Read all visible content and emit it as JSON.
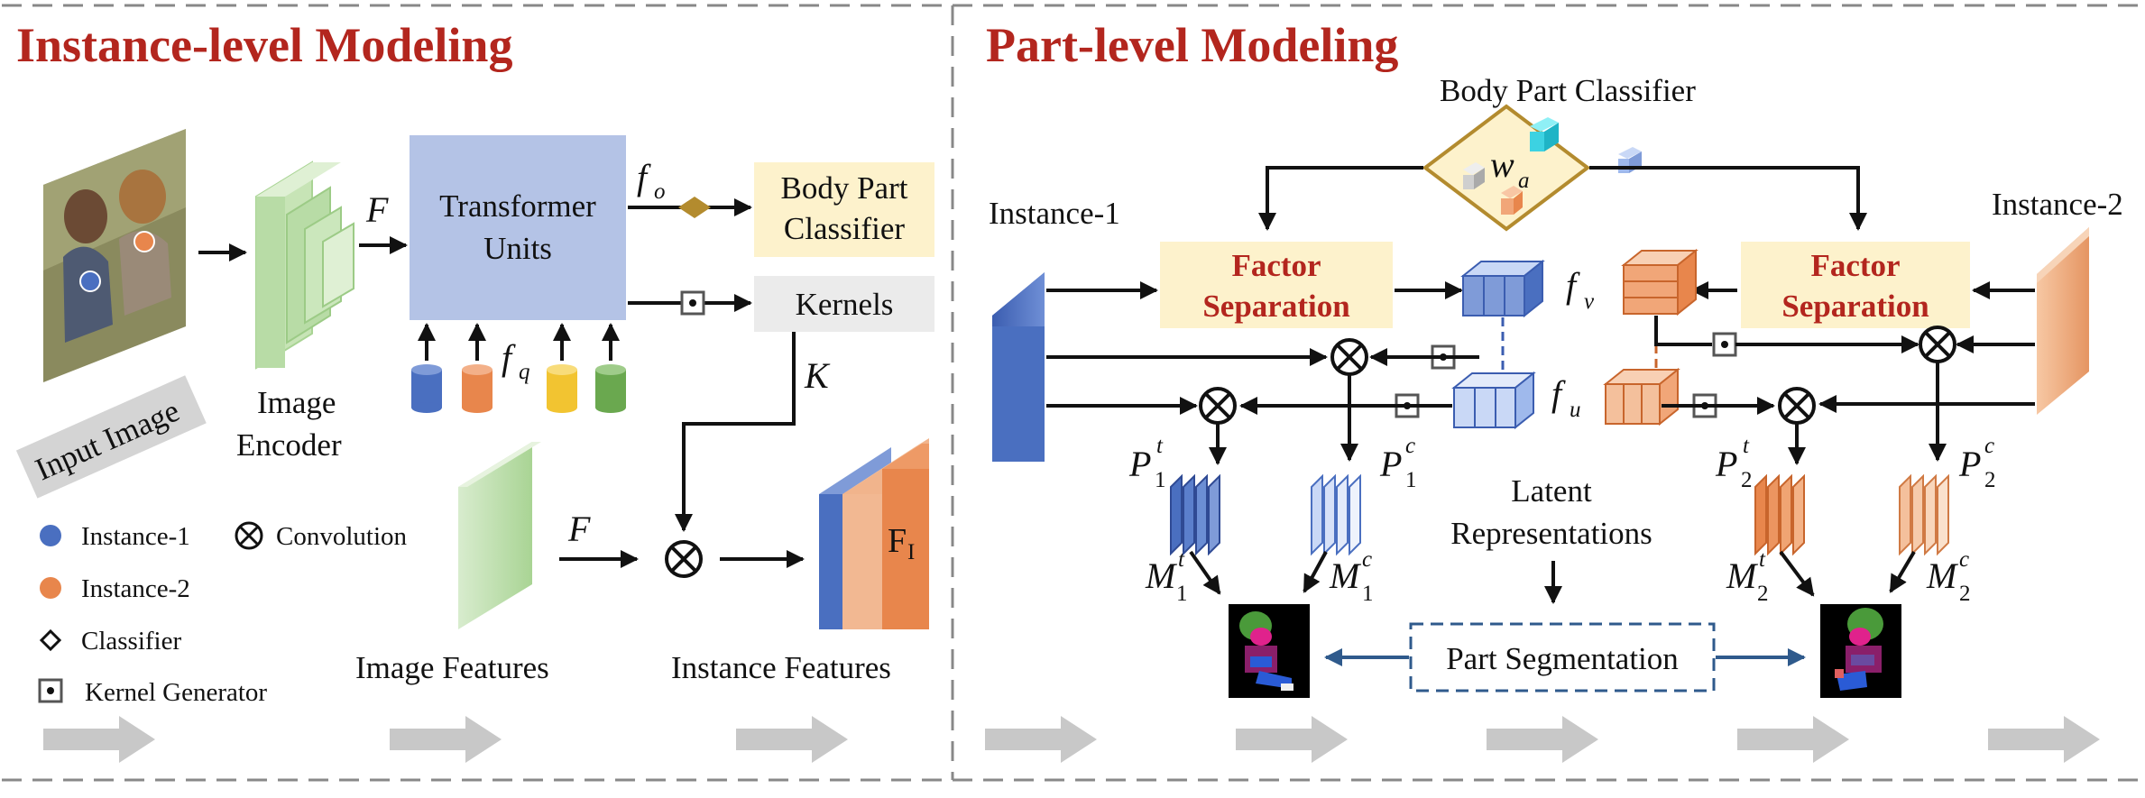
{
  "instance_title": "Instance-level Modeling",
  "part_title": "Part-level Modeling",
  "input_image_label": "Input Image",
  "image_encoder": [
    "Image",
    "Encoder"
  ],
  "transformer_units": [
    "Transformer",
    "Units"
  ],
  "body_part_classifier_box": [
    "Body Part",
    "Classifier"
  ],
  "kernels": "Kernels",
  "image_features": "Image Features",
  "instance_features": "Instance Features",
  "instance_features_symbol": "F",
  "instance_features_sub": "I",
  "legend": {
    "instance1": "Instance-1",
    "instance2": "Instance-2",
    "classifier": "Classifier",
    "kernel_generator": "Kernel Generator",
    "convolution": "Convolution"
  },
  "symbols": {
    "F": "F",
    "K": "K",
    "f": "f",
    "o": "o",
    "q": "q",
    "v": "v",
    "u": "u",
    "w": "w",
    "a": "a",
    "P": "P",
    "M": "M",
    "t": "t",
    "c": "c",
    "one": "1",
    "two": "2"
  },
  "body_part_classifier_title": "Body Part Classifier",
  "instance1_label": "Instance-1",
  "instance2_label": "Instance-2",
  "factor_separation": [
    "Factor",
    "Separation"
  ],
  "latent_representations": [
    "Latent",
    "Representations"
  ],
  "part_segmentation": "Part Segmentation",
  "colors": {
    "title_red": "#b3261e",
    "blue": "#4a6fc0",
    "orange": "#e8864c",
    "yellow_box": "#fdf2cc",
    "transformer_blue": "#b4c3e6",
    "encoder_green": "#b8dca6",
    "gray_arrow": "#c8c8c8"
  }
}
